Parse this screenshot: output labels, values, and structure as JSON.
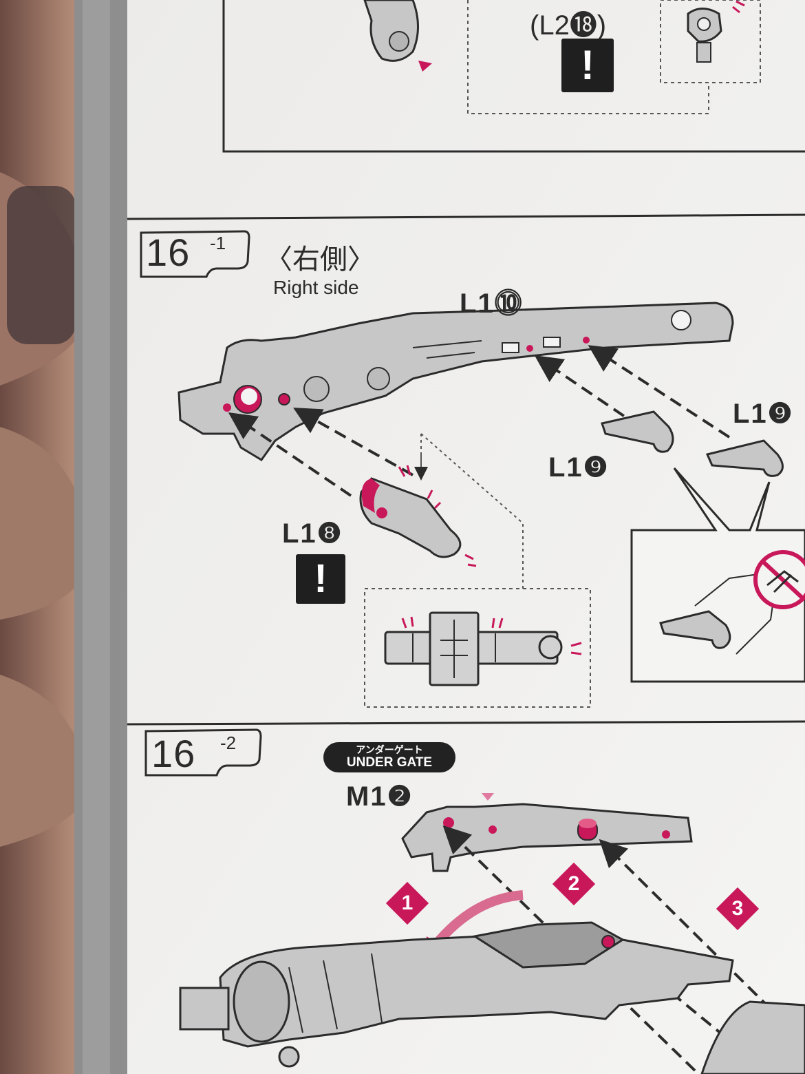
{
  "top": {
    "part_label": "(L2⓲)",
    "warning_symbol": "!"
  },
  "step_16_1": {
    "number": "16",
    "sub": "-1",
    "title_jp": "〈右側〉",
    "title_en": "Right side",
    "parts": {
      "main_frame": "L1⓾",
      "rod": "L1❽",
      "plate_a": "L1❾",
      "plate_b": "L1❾"
    },
    "warning_symbol": "!"
  },
  "step_16_2": {
    "number": "16",
    "sub": "-2",
    "badge_jp": "アンダーゲート",
    "badge_en": "UNDER GATE",
    "part": "M1❷",
    "order": [
      "1",
      "2",
      "3"
    ]
  },
  "colors": {
    "accent": "#c8185a",
    "paper": "#f2f2f1",
    "part_fill": "#c7c7c7",
    "outline": "#2b2b2b"
  }
}
